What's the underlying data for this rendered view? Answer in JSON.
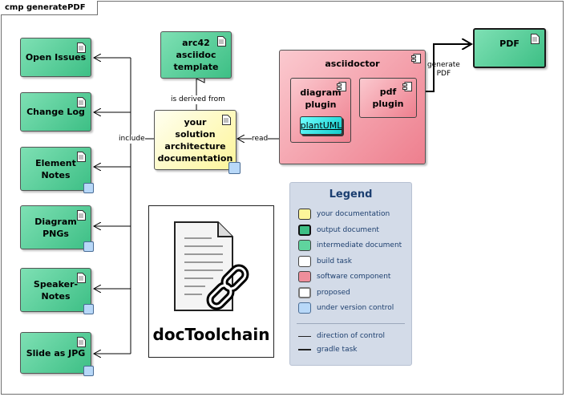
{
  "frame_title": "cmp generatePDF",
  "left_nodes": [
    {
      "label": "Open Issues",
      "vc": false
    },
    {
      "label": "Change Log",
      "vc": false
    },
    {
      "label": "Element\nNotes",
      "vc": true
    },
    {
      "label": "Diagram\nPNGs",
      "vc": true
    },
    {
      "label": "Speaker-\nNotes",
      "vc": true
    },
    {
      "label": "Slide as JPG",
      "vc": true
    }
  ],
  "template_node": "arc42\nasciidoc\ntemplate",
  "main_doc_node": "your\nsolution\narchitecture\ndocumentation",
  "asciidoctor": {
    "label": "asciidoctor",
    "diagram_plugin": "diagram\nplugin",
    "plantuml": "plantUML",
    "pdf_plugin": "pdf\nplugin"
  },
  "pdf_node": "PDF",
  "edge_labels": {
    "derived": "is derived from",
    "include": "include",
    "read": "read",
    "generate": "generate\nPDF"
  },
  "logo_text": "docToolchain",
  "legend": {
    "title": "Legend",
    "items": [
      {
        "label": "your documentation",
        "color": "#fdf59a",
        "border": "#333333",
        "thick": false
      },
      {
        "label": "output document",
        "color": "#3dbf85",
        "border": "#111111",
        "thick": true
      },
      {
        "label": "intermediate document",
        "color": "#5fd49e",
        "border": "#444444",
        "thick": false
      },
      {
        "label": "build task",
        "color": "#ffffff",
        "border": "#444444",
        "thick": false
      },
      {
        "label": "software component",
        "color": "#ef8e9b",
        "border": "#444444",
        "thick": false
      },
      {
        "label": "proposed",
        "color": "#ffffff",
        "border": "#777777",
        "thick": true
      },
      {
        "label": "under version control",
        "color": "#b8d8f8",
        "border": "#4a6d96",
        "thick": false
      }
    ],
    "lines": [
      {
        "label": "direction of control",
        "thick": false
      },
      {
        "label": "gradle task",
        "thick": true
      }
    ]
  }
}
